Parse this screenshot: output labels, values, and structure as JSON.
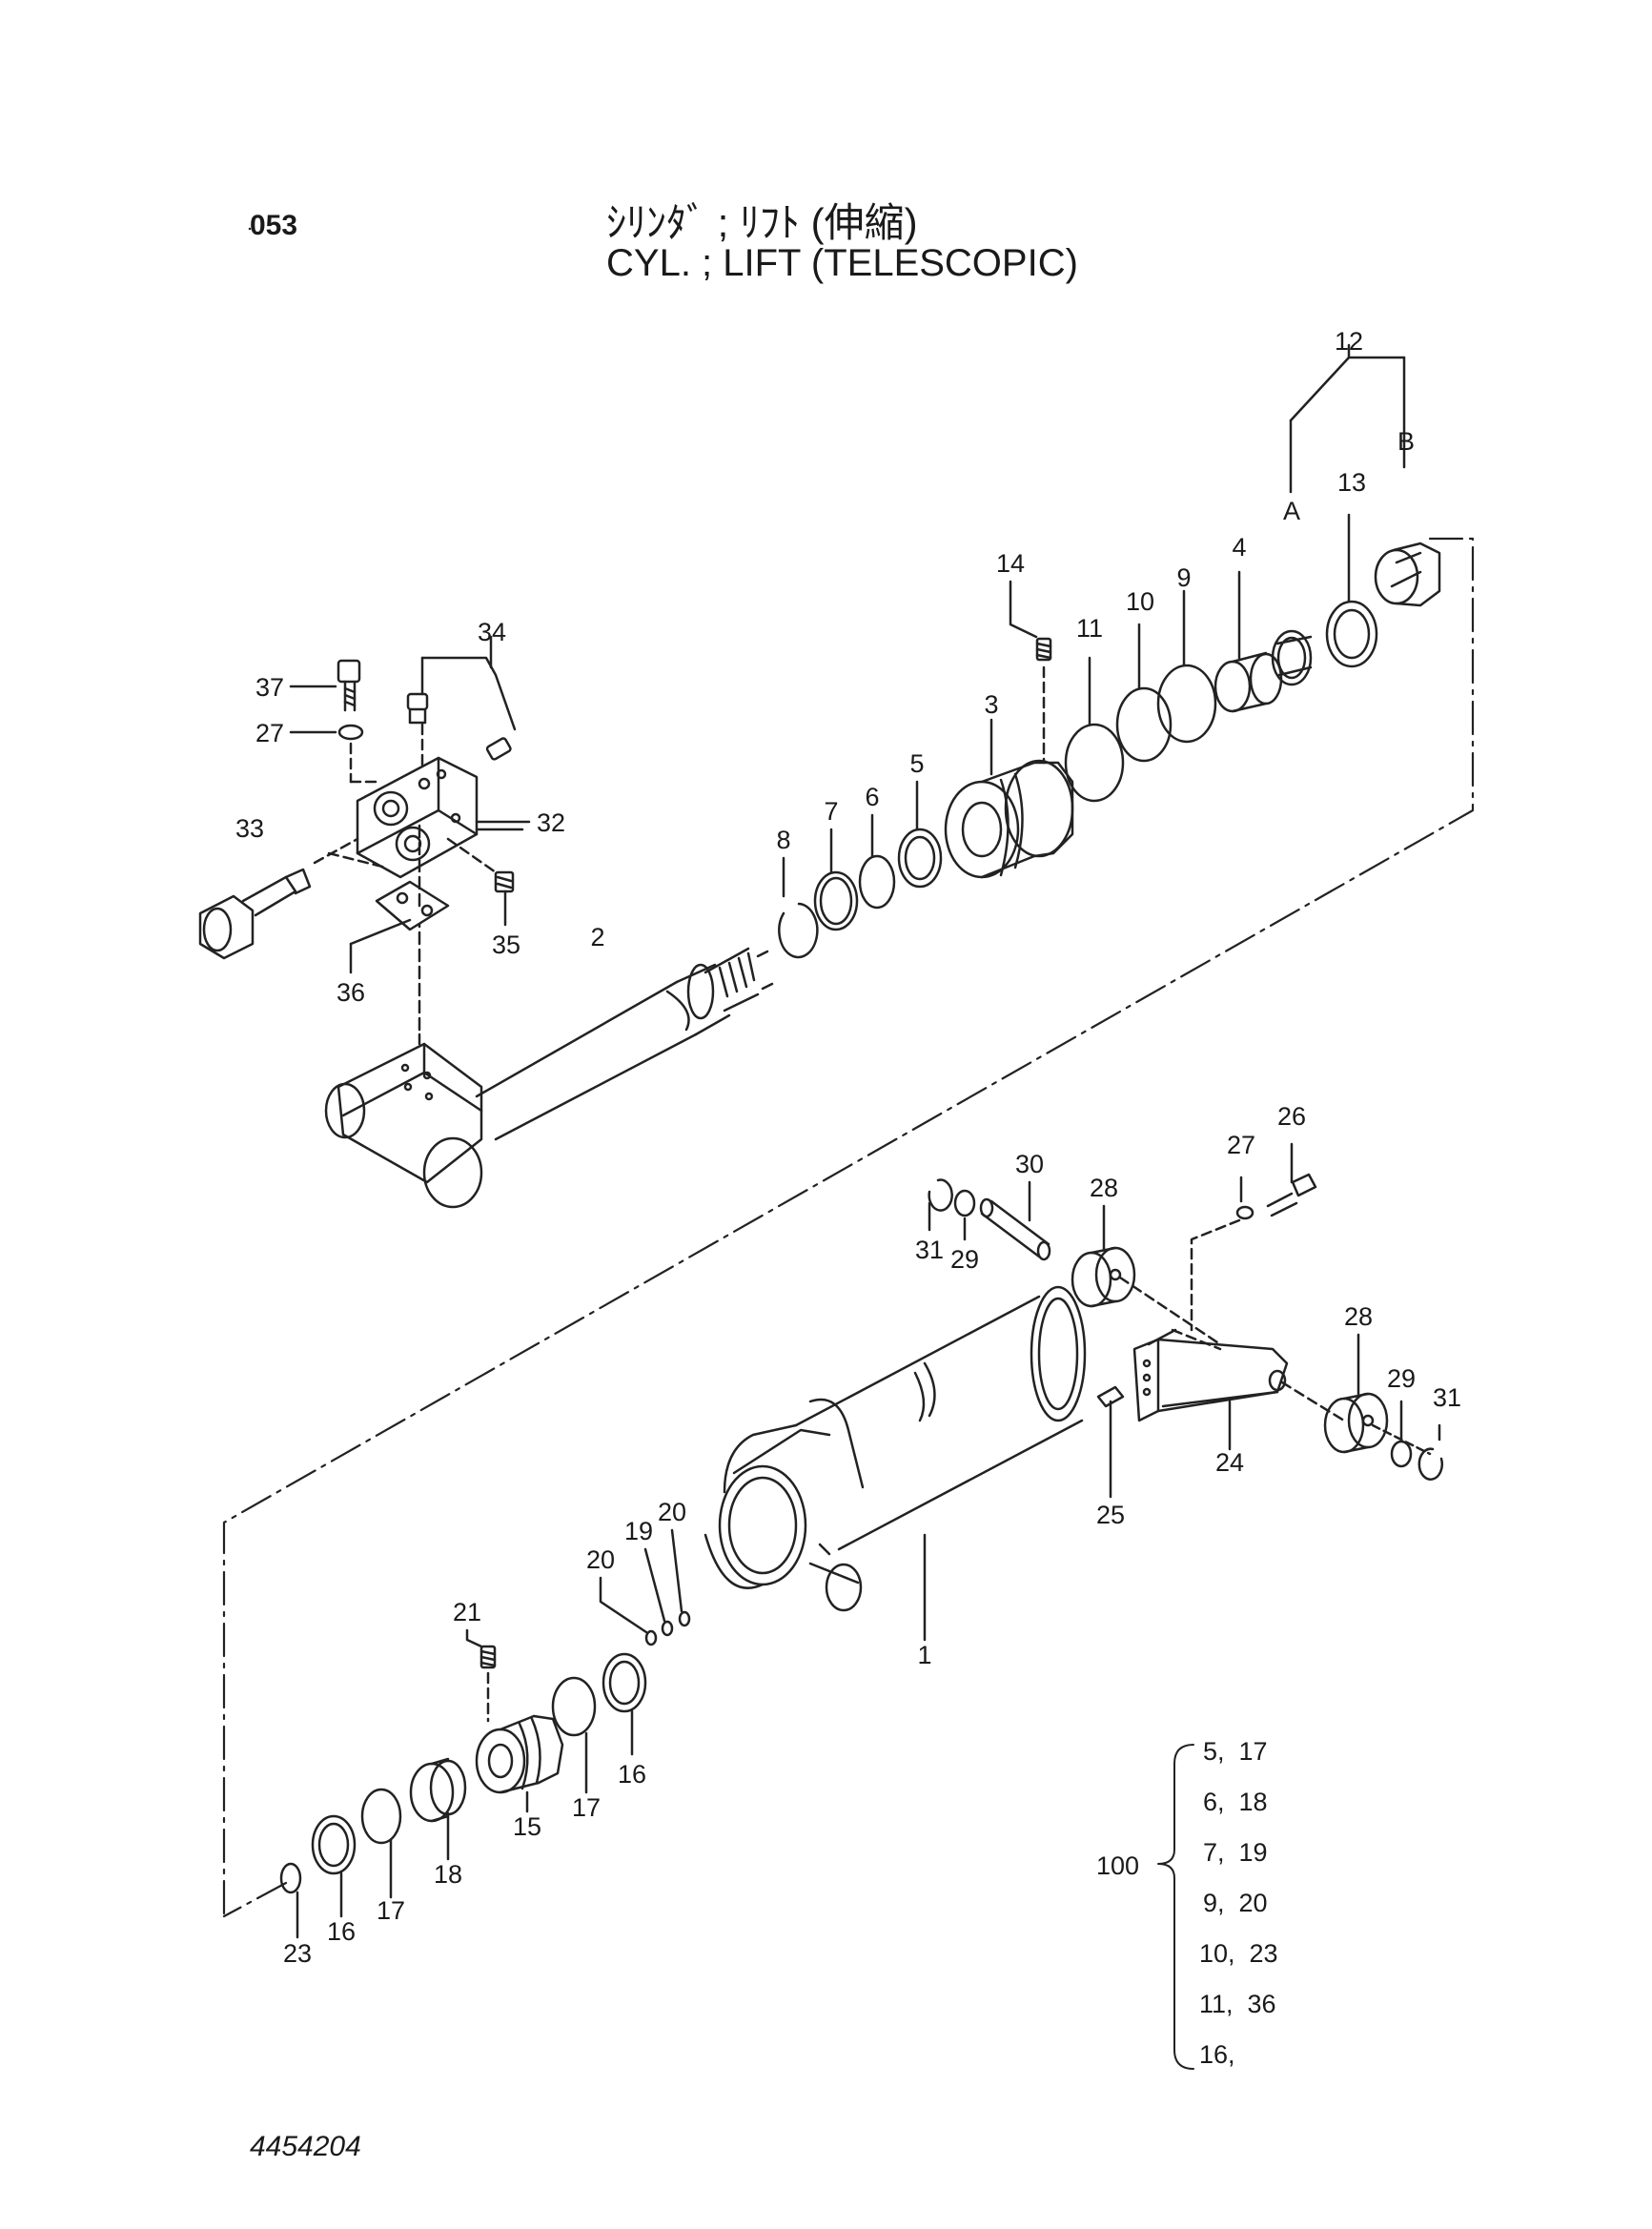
{
  "header": {
    "page_code": "053",
    "title_jp": "ｼﾘﾝﾀﾞ ; ﾘﾌﾄ (伸縮)",
    "title_en": "CYL. ; LIFT (TELESCOPIC)"
  },
  "callouts": {
    "c1": "1",
    "c2": "2",
    "c3": "3",
    "c4": "4",
    "c5": "5",
    "c6": "6",
    "c7": "7",
    "c8": "8",
    "c9": "9",
    "c10": "10",
    "c11": "11",
    "c12": "12",
    "c13": "13",
    "c14": "14",
    "c15": "15",
    "c16a": "16",
    "c16b": "16",
    "c17a": "17",
    "c17b": "17",
    "c18": "18",
    "c19": "19",
    "c20a": "20",
    "c20b": "20",
    "c21": "21",
    "c23": "23",
    "c24": "24",
    "c25": "25",
    "c26": "26",
    "c27a": "27",
    "c27b": "27",
    "c28a": "28",
    "c28b": "28",
    "c29a": "29",
    "c29b": "29",
    "c30": "30",
    "c31a": "31",
    "c31b": "31",
    "c32": "32",
    "c33": "33",
    "c34": "34",
    "c35": "35",
    "c36": "36",
    "c37": "37",
    "cA": "A",
    "cB": "B"
  },
  "kit": {
    "number": "100",
    "rows": [
      "5,  17",
      "6,  18",
      "7,  19",
      "9,  20",
      "10,  23",
      "11,  36",
      "16,"
    ]
  },
  "footer": {
    "doc_number": "4454204"
  }
}
